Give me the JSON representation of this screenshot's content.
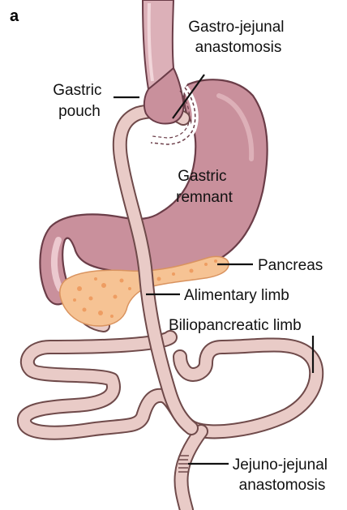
{
  "figure": {
    "panel_letter": "a"
  },
  "labels": {
    "gastric_pouch": [
      "Gastric",
      "pouch"
    ],
    "gastro_jejunal_anastomosis": [
      "Gastro-jejunal",
      "anastomosis"
    ],
    "gastric_remnant": [
      "Gastric",
      "remnant"
    ],
    "pancreas": "Pancreas",
    "alimentary_limb": "Alimentary limb",
    "biliopancreatic_limb": "Biliopancreatic limb",
    "jejuno_jejunal_anastomosis": [
      "Jejuno-jejunal",
      "anastomosis"
    ]
  },
  "colors": {
    "stomach_fill": "#c9909c",
    "stomach_outline": "#6b3d48",
    "intestine_fill": "#e9cbc7",
    "intestine_outline": "#6f4a4a",
    "pancreas_fill": "#f6c394",
    "pancreas_spots": "#ee9d62",
    "esophagus_fill": "#dcb0b8"
  }
}
